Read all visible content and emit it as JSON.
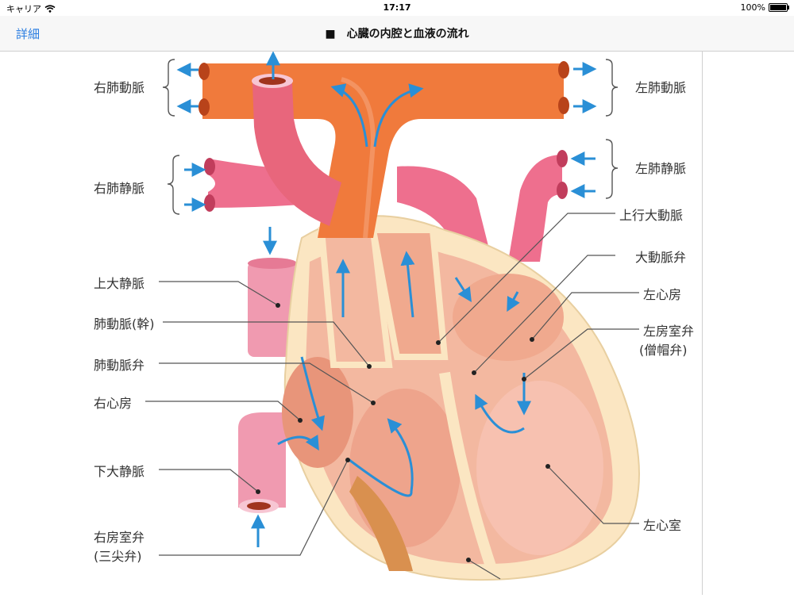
{
  "status": {
    "carrier": "キャリア",
    "time": "17:17",
    "battery": "100%"
  },
  "nav": {
    "back": "詳細",
    "title": "■　心臓の内腔と血液の流れ"
  },
  "labels": {
    "right_pulmonary_artery": "右肺動脈",
    "right_pulmonary_vein": "右肺静脈",
    "superior_vena_cava": "上大静脈",
    "pulmonary_trunk": "肺動脈(幹)",
    "pulmonary_valve": "肺動脈弁",
    "right_atrium": "右心房",
    "inferior_vena_cava": "下大静脈",
    "tricuspid_valve_1": "右房室弁",
    "tricuspid_valve_2": "(三尖弁)",
    "left_pulmonary_artery": "左肺動脈",
    "left_pulmonary_vein": "左肺静脈",
    "ascending_aorta": "上行大動脈",
    "aortic_valve": "大動脈弁",
    "left_atrium": "左心房",
    "mitral_valve_1": "左房室弁",
    "mitral_valve_2": "(僧帽弁)",
    "left_ventricle": "左心室"
  }
}
